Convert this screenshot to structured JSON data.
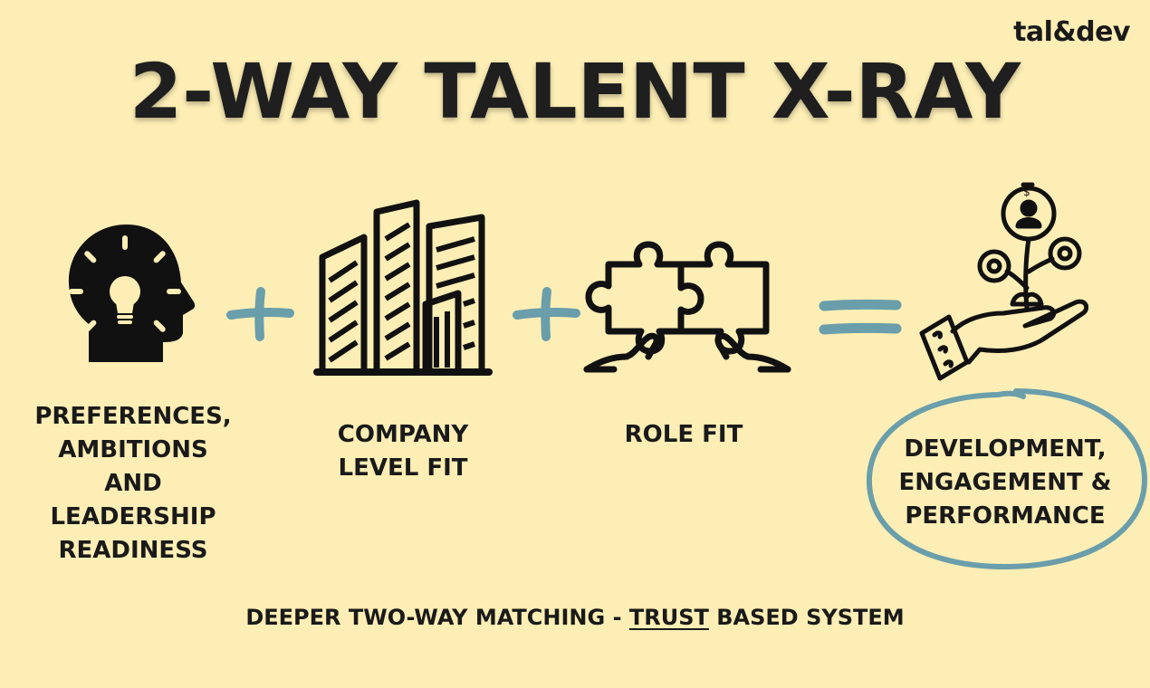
{
  "brand": {
    "logo_text": "tal&dev"
  },
  "title": "2-WAY TALENT X-RAY",
  "equation": {
    "items": [
      {
        "icon": "head-lightbulb-icon",
        "label_lines": [
          "PREFERENCES,",
          "AMBITIONS",
          "AND",
          "LEADERSHIP",
          "READINESS"
        ]
      },
      {
        "operator": "+"
      },
      {
        "icon": "buildings-icon",
        "label_lines": [
          "COMPANY",
          "LEVEL FIT"
        ]
      },
      {
        "operator": "+"
      },
      {
        "icon": "puzzle-hands-icon",
        "label_lines": [
          "ROLE FIT"
        ]
      },
      {
        "operator": "="
      },
      {
        "icon": "hand-growth-plant-icon",
        "label_lines": [
          "DEVELOPMENT,",
          "ENGAGEMENT &",
          "PERFORMANCE"
        ],
        "circled": true
      }
    ]
  },
  "footer": {
    "before": "DEEPER TWO-WAY MATCHING - ",
    "underlined": "TRUST",
    "after": " BASED SYSTEM"
  },
  "colors": {
    "background": "#fdeeb5",
    "accent": "#6a9eaa",
    "ink": "#1a1a1a"
  }
}
